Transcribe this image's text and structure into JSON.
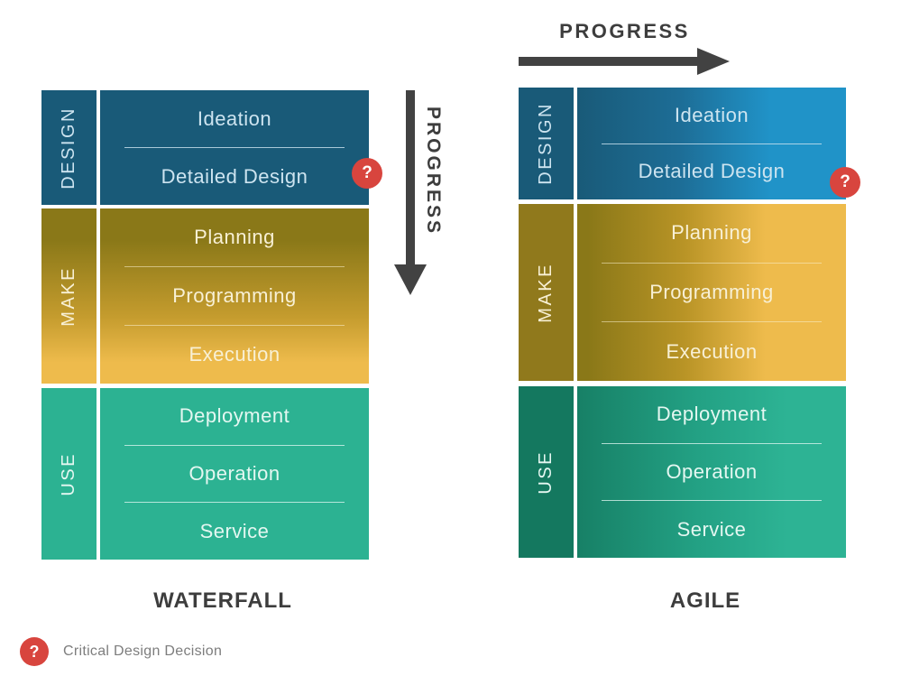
{
  "arrows": {
    "horizontal_label": "PROGRESS",
    "vertical_label": "PROGRESS"
  },
  "waterfall": {
    "title": "WATERFALL",
    "sections": [
      {
        "label": "DESIGN",
        "items": [
          "Ideation",
          "Detailed Design"
        ]
      },
      {
        "label": "MAKE",
        "items": [
          "Planning",
          "Programming",
          "Execution"
        ]
      },
      {
        "label": "USE",
        "items": [
          "Deployment",
          "Operation",
          "Service"
        ]
      }
    ]
  },
  "agile": {
    "title": "AGILE",
    "sections": [
      {
        "label": "DESIGN",
        "items": [
          "Ideation",
          "Detailed Design"
        ]
      },
      {
        "label": "MAKE",
        "items": [
          "Planning",
          "Programming",
          "Execution"
        ]
      },
      {
        "label": "USE",
        "items": [
          "Deployment",
          "Operation",
          "Service"
        ]
      }
    ]
  },
  "legend": {
    "badge_symbol": "?",
    "label": "Critical Design Decision"
  },
  "colors": {
    "design_dark": "#195a78",
    "design_bright": "#2093c8",
    "make_dark": "#8a7818",
    "make_bright": "#eebb4c",
    "use_dark": "#14785f",
    "use_bright": "#2cb292",
    "badge_red": "#d8453e",
    "arrow_gray": "#424242",
    "title_text": "#3d3d3d",
    "legend_text": "#7d7d7d"
  }
}
